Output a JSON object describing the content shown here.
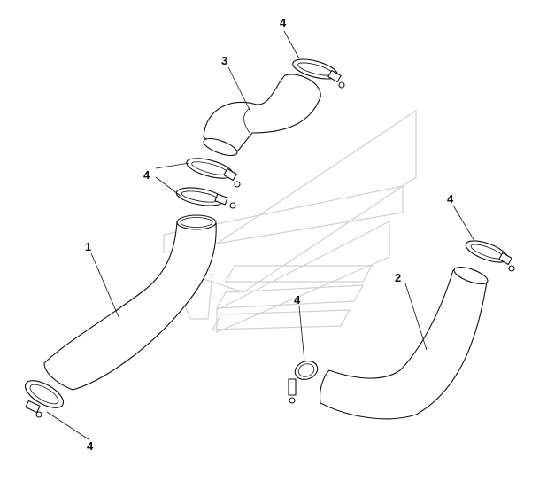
{
  "diagram": {
    "callouts": [
      {
        "label": "1"
      },
      {
        "label": "2"
      },
      {
        "label": "3"
      },
      {
        "label": "4"
      },
      {
        "label": "4"
      },
      {
        "label": "4"
      },
      {
        "label": "4"
      },
      {
        "label": "4"
      }
    ]
  },
  "colors": {
    "line": "#111111",
    "watermark": "#cfcfcf",
    "background": "#ffffff"
  }
}
